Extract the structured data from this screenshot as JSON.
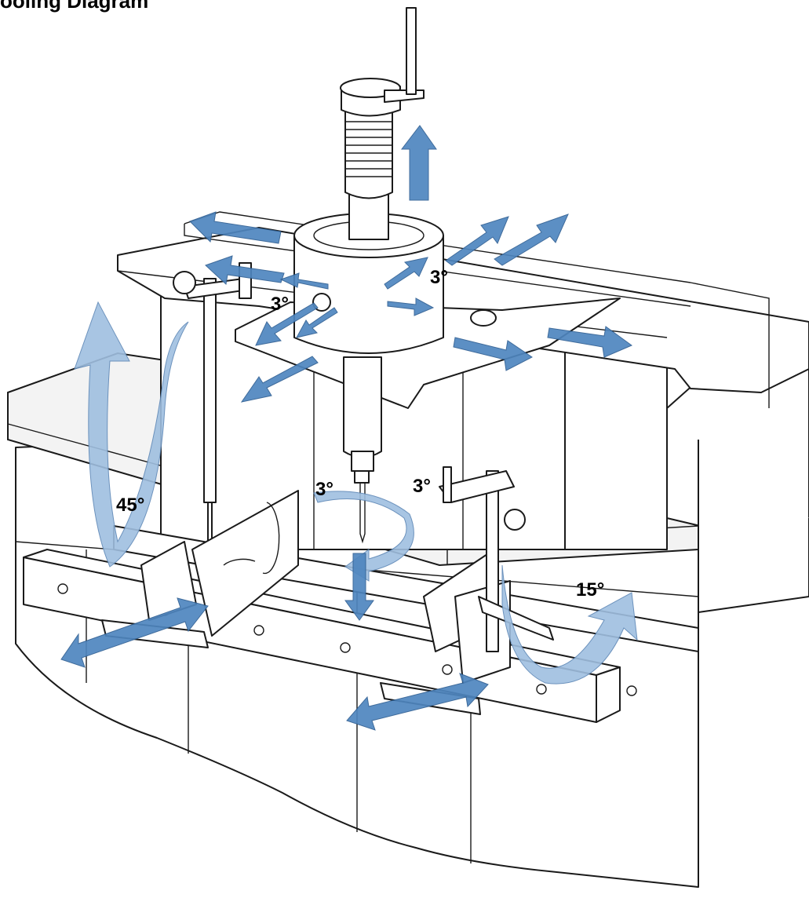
{
  "title": "ooling Diagram",
  "angle_labels": {
    "left_swing": "45°",
    "right_swing": "15°",
    "tilt_left_upper": "3°",
    "tilt_right_upper": "3°",
    "tilt_left_lower": "3°",
    "tilt_right_lower": "3°"
  },
  "colors": {
    "arrow_dark": "#4f86bf",
    "arrow_light": "#9fbfe0",
    "outline": "#1a1a1a"
  }
}
